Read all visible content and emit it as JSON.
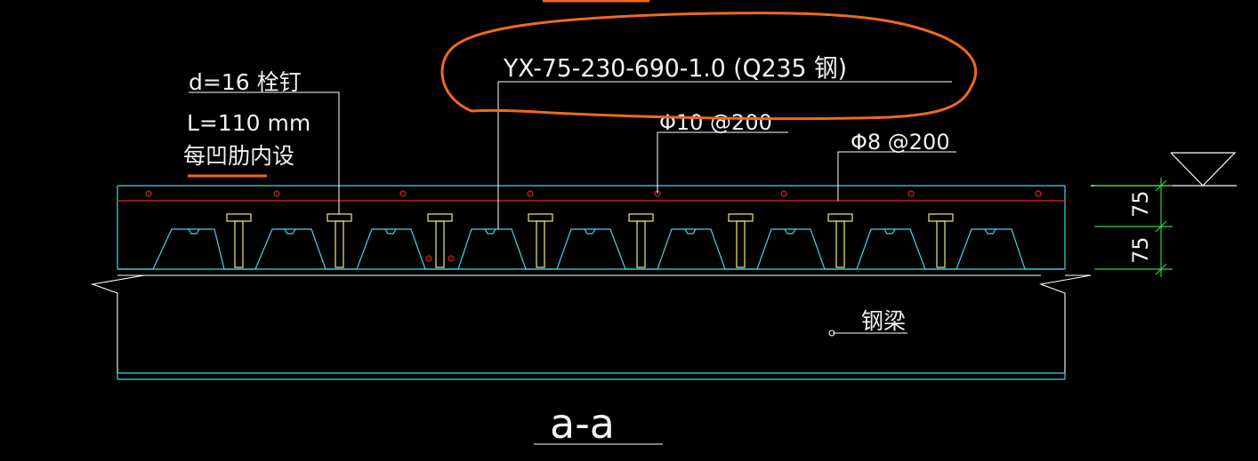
{
  "drawing": {
    "section_label": "a-a",
    "callouts": {
      "stud_line1": "d=16 栓钉",
      "stud_line2": "L=110 mm",
      "stud_line3": "每凹肋内设",
      "deck_spec": "YX-75-230-690-1.0 (Q235 钢)",
      "rebar_top": "Φ10 @200",
      "rebar_bottom": "Φ8 @200",
      "beam": "钢梁"
    },
    "dimensions": {
      "top_layer": "75",
      "bottom_layer": "75"
    },
    "colors": {
      "background": "#000000",
      "outline": "#3fd8e8",
      "rebar": "#e2231a",
      "stud": "#f0eb7a",
      "leader": "#ffffff",
      "dimension": "#22d83a",
      "highlight": "#f0691e"
    }
  }
}
